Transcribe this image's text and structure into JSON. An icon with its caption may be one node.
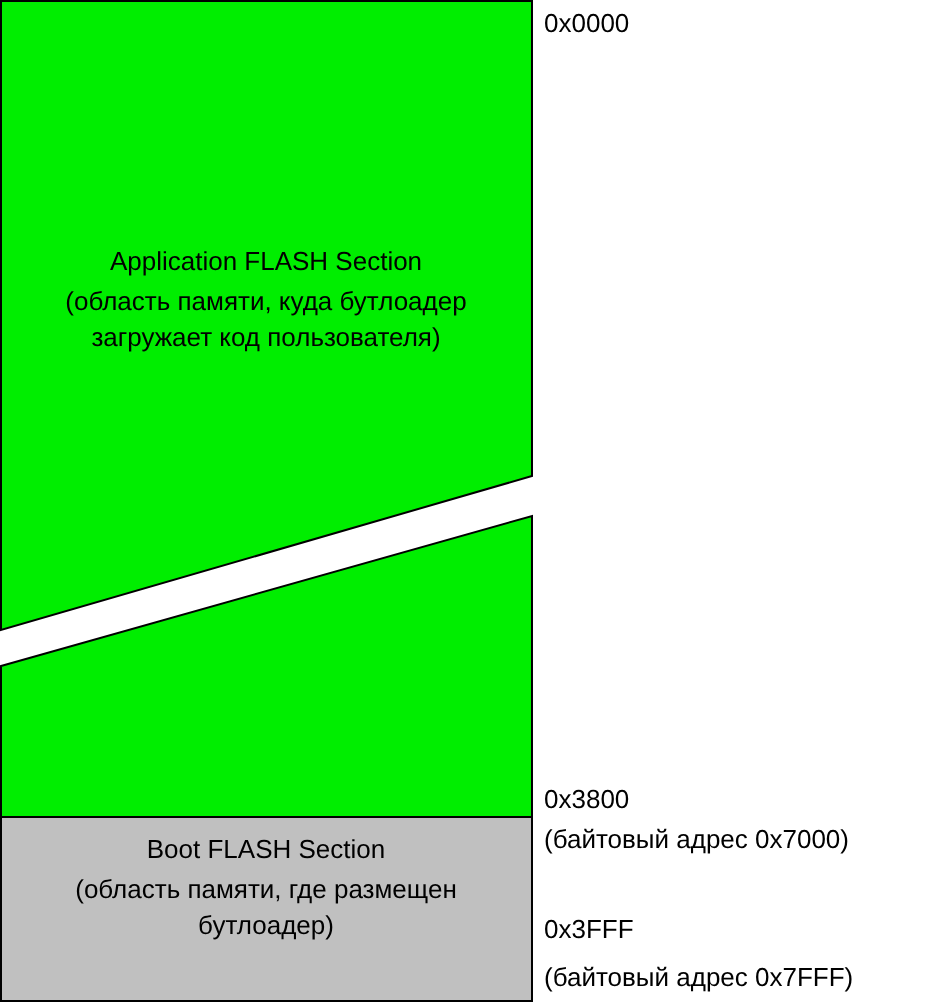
{
  "diagram": {
    "nodes": [
      {
        "text": [
          "Application FLASH Section",
          "(область памяти, куда бутлоадер загружает код пользователя)"
        ]
      },
      {
        "text": [
          "Boot FLASH Section",
          "(область памяти, где размещен бутлоадер)"
        ]
      }
    ],
    "labels": [
      "0x0000",
      "0x3800",
      "(байтовый адрес 0x7000)",
      "0x3FFF",
      "(байтовый адрес 0x7FFF)"
    ]
  }
}
